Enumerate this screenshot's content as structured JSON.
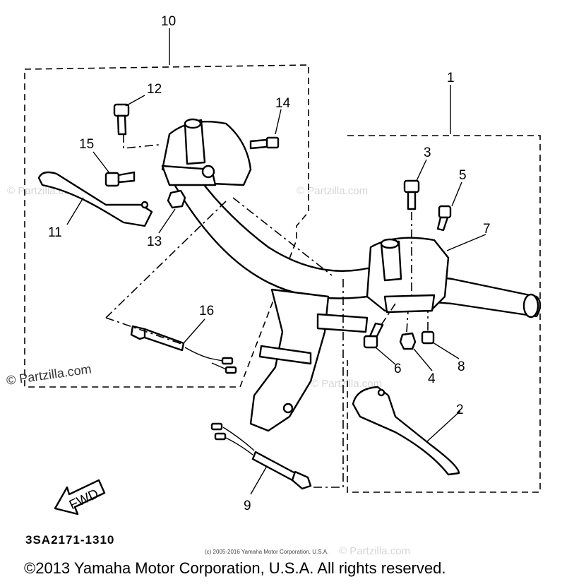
{
  "callouts": {
    "c1": "1",
    "c2": "2",
    "c3": "3",
    "c4": "4",
    "c5": "5",
    "c6": "6",
    "c7": "7",
    "c8": "8",
    "c9": "9",
    "c10": "10",
    "c11": "11",
    "c12": "12",
    "c13": "13",
    "c14": "14",
    "c15": "15",
    "c16": "16"
  },
  "diagram_code": "3SA2171-1310",
  "fwd_label": "FWD",
  "small_copyright": "(c) 2005-2016 Yamaha Motor Corporation, U.S.A.",
  "watermarks": {
    "main": "© Partzilla.com",
    "faint": "© Partzilla.com"
  },
  "copyright": "©2013 Yamaha Motor Corporation, U.S.A. All rights reserved."
}
